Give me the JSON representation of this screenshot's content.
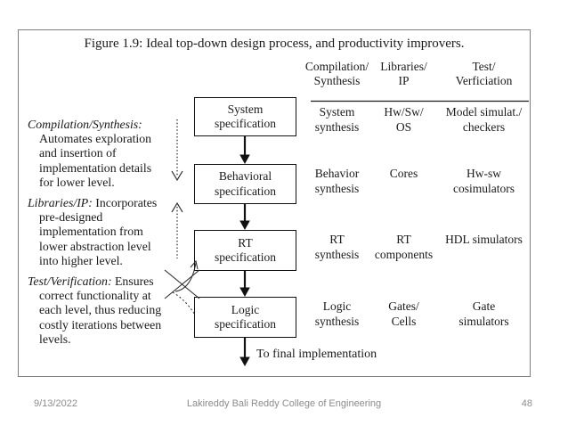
{
  "figure": {
    "title": "Figure 1.9: Ideal top-down design process, and productivity improvers.",
    "column_headers": [
      {
        "line1": "Compilation/",
        "line2": "Synthesis"
      },
      {
        "line1": "Libraries/",
        "line2": "IP"
      },
      {
        "line1": "Test/",
        "line2": "Verficiation"
      }
    ],
    "notes": [
      {
        "term": "Compilation/Synthesis:",
        "inline": "",
        "lines": [
          "Automates exploration",
          "and insertion of",
          "implementation details",
          "for lower level."
        ]
      },
      {
        "term": "Libraries/IP:",
        "inline": " Incorporates",
        "lines": [
          "pre-designed",
          "implementation from",
          "lower abstraction level",
          "into higher level."
        ]
      },
      {
        "term": "Test/Verification:",
        "inline": " Ensures",
        "lines": [
          "correct functionality at",
          "each level, thus reducing",
          "costly iterations between",
          "levels."
        ]
      }
    ],
    "flow": [
      {
        "line1": "System",
        "line2": "specification"
      },
      {
        "line1": "Behavioral",
        "line2": "specification"
      },
      {
        "line1": "RT",
        "line2": "specification"
      },
      {
        "line1": "Logic",
        "line2": "specification"
      }
    ],
    "final_label": "To final implementation",
    "grid": [
      [
        [
          "System",
          "synthesis"
        ],
        [
          "Hw/Sw/",
          "OS"
        ],
        [
          "Model simulat./",
          "checkers"
        ]
      ],
      [
        [
          "Behavior",
          "synthesis"
        ],
        [
          "Cores",
          ""
        ],
        [
          "Hw-sw",
          "cosimulators"
        ]
      ],
      [
        [
          "RT",
          "synthesis"
        ],
        [
          "RT",
          "components"
        ],
        [
          "HDL simulators",
          ""
        ]
      ],
      [
        [
          "Logic",
          "synthesis"
        ],
        [
          "Gates/",
          "Cells"
        ],
        [
          "Gate",
          "simulators"
        ]
      ]
    ]
  },
  "footer": {
    "date": "9/13/2022",
    "center": "Lakireddy Bali Reddy College of Engineering",
    "page": "48"
  },
  "colors": {
    "diagram_text": "#1a1a1a",
    "box_border": "#111111",
    "frame_border": "#7f7f7f",
    "footer_text": "#8c8c8c",
    "background": "#ffffff"
  }
}
